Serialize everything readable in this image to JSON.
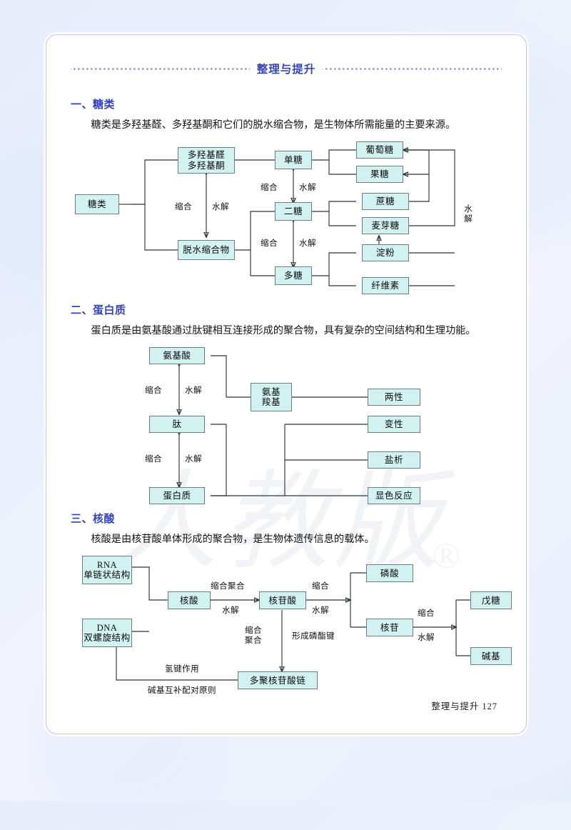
{
  "header": {
    "title": "整理与提升"
  },
  "footer": {
    "text": "整理与提升  127"
  },
  "watermark": {
    "mark": "人教版",
    "registered": "®"
  },
  "sections": [
    {
      "id": "carb",
      "heading": "一、糖类",
      "desc": "糖类是多羟基醛、多羟基酮和它们的脱水缩合物，是生物体所需能量的主要来源。",
      "boxes": {
        "root": "糖类",
        "aldehyde_ketone": "多羟基醛\n多羟基酮",
        "dehydration": "脱水缩合物",
        "mono": "单糖",
        "di": "二糖",
        "poly": "多糖",
        "glucose": "葡萄糖",
        "fructose": "果糖",
        "sucrose": "蔗糖",
        "maltose": "麦芽糖",
        "starch": "淀粉",
        "cellulose": "纤维素"
      },
      "labels": {
        "cond_1": "缩合",
        "hyd_1": "水解",
        "cond_2": "缩合",
        "hyd_2": "水解",
        "cond_3": "缩合",
        "hyd_3": "水解",
        "hyd_right": "水解"
      }
    },
    {
      "id": "prot",
      "heading": "二、蛋白质",
      "desc": "蛋白质是由氨基酸通过肽键相互连接形成的聚合物，具有复杂的空间结构和生理功能。",
      "boxes": {
        "amino_acid": "氨基酸",
        "peptide": "肽",
        "protein": "蛋白质",
        "amino_carboxyl": "氨基\n羧基",
        "amphoteric": "两性",
        "denature": "变性",
        "salting_out": "盐析",
        "color_reaction": "显色反应"
      },
      "labels": {
        "cond_1": "缩合",
        "hyd_1": "水解",
        "cond_2": "缩合",
        "hyd_2": "水解"
      }
    },
    {
      "id": "nucl",
      "heading": "三、核酸",
      "desc": "核酸是由核苷酸单体形成的聚合物，是生物体遗传信息的载体。",
      "boxes": {
        "rna": "RNA\n单链状结构",
        "dna": "DNA\n双螺旋结构",
        "nucleic_acid": "核酸",
        "nucleotide": "核苷酸",
        "phosphoric_acid": "磷酸",
        "nucleoside": "核苷",
        "pentose": "戊糖",
        "base": "碱基",
        "polynucleotide_chain": "多聚核苷酸链"
      },
      "labels": {
        "cond_poly": "缩合聚合",
        "hyd_1": "水解",
        "cond_1": "缩合",
        "hyd_2": "水解",
        "cond_2": "缩合",
        "hyd_3": "水解",
        "cond_poly_v": "缩合\n聚合",
        "phosphodiester": "形成磷酯键",
        "hydrogen_bond": "氢键作用",
        "base_pairing": "碱基互补配对原则"
      }
    }
  ],
  "colors": {
    "accent": "#3344bb",
    "box_fill": "#d2f2f1",
    "box_border": "#6e7d86",
    "page_bg": "#e8edfb"
  }
}
